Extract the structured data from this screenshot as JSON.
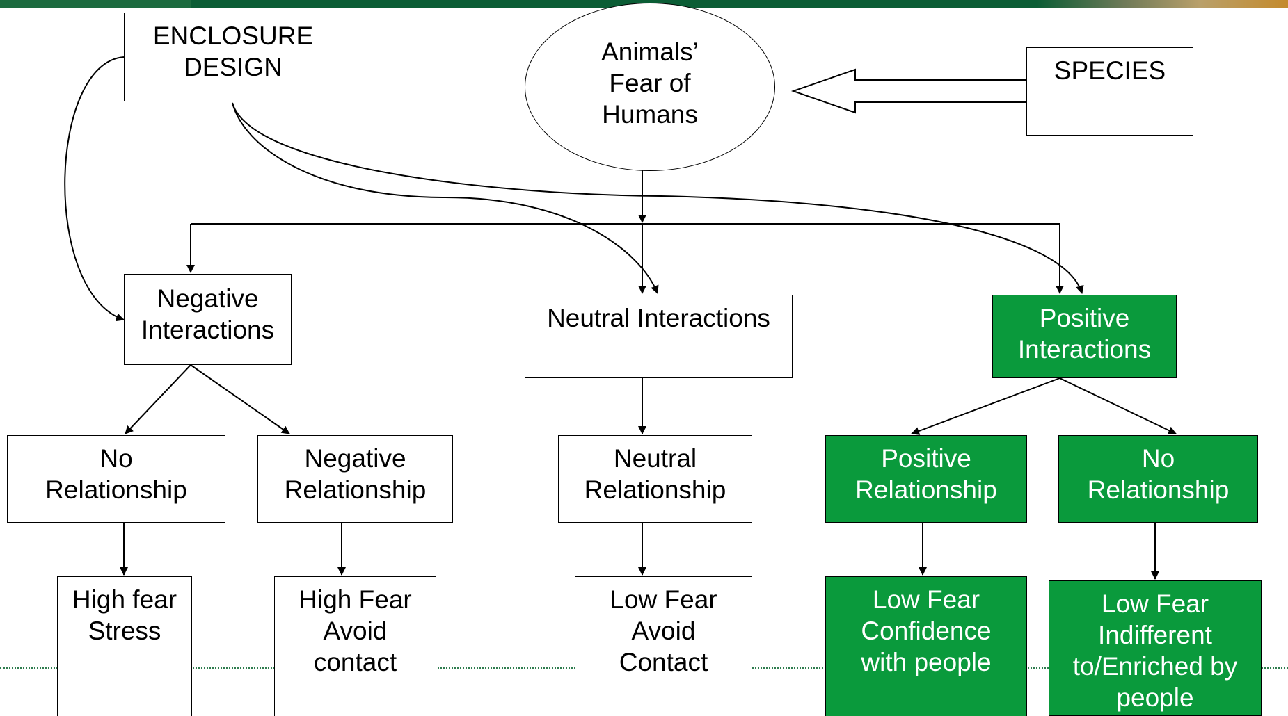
{
  "colors": {
    "header": "#0b5d35",
    "positive_fill": "#0a9a3c",
    "stroke": "#000000",
    "dotted_rule": "#2f7d4f"
  },
  "diagram": {
    "enclosure": {
      "lines": [
        "ENCLOSURE",
        "DESIGN"
      ]
    },
    "fear": {
      "lines": [
        "Animals’",
        "Fear of",
        "Humans"
      ]
    },
    "species": {
      "lines": [
        "SPECIES"
      ]
    },
    "negative_interactions": {
      "lines": [
        "Negative",
        "Interactions"
      ]
    },
    "neutral_interactions": {
      "lines": [
        "Neutral Interactions"
      ]
    },
    "positive_interactions": {
      "lines": [
        "Positive",
        "Interactions"
      ]
    },
    "no_relationship_a": {
      "lines": [
        "No",
        "Relationship"
      ]
    },
    "negative_relationship": {
      "lines": [
        "Negative",
        "Relationship"
      ]
    },
    "neutral_relationship": {
      "lines": [
        "Neutral",
        "Relationship"
      ]
    },
    "positive_relationship": {
      "lines": [
        "Positive",
        "Relationship"
      ]
    },
    "no_relationship_b": {
      "lines": [
        "No",
        "Relationship"
      ]
    },
    "outcome_high_fear_stress": {
      "lines": [
        "High fear",
        "Stress"
      ]
    },
    "outcome_high_fear_avoid": {
      "lines": [
        "High Fear",
        "Avoid",
        "contact"
      ]
    },
    "outcome_low_fear_avoid": {
      "lines": [
        "Low Fear",
        "Avoid",
        "Contact"
      ]
    },
    "outcome_low_fear_confidence": {
      "lines": [
        "Low Fear",
        "Confidence",
        "with people"
      ]
    },
    "outcome_low_fear_indifferent": {
      "lines": [
        "Low Fear",
        "Indifferent",
        "to/Enriched by",
        "people"
      ]
    }
  }
}
